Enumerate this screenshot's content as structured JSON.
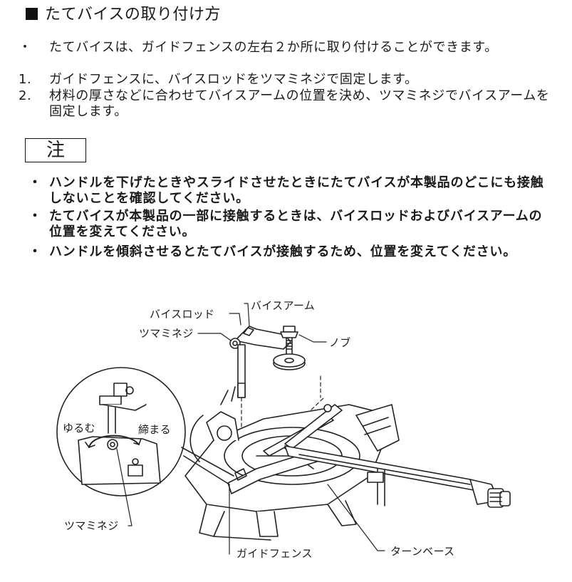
{
  "section": {
    "title": "たてバイスの取り付け方"
  },
  "steps": [
    {
      "mark": "・",
      "text": "たてバイスは、ガイドフェンスの左右２か所に取り付けることができます。"
    },
    {
      "mark": "1.",
      "text": "ガイドフェンスに、バイスロッドをツマミネジで固定します。"
    },
    {
      "mark": "2.",
      "text": "材料の厚さなどに合わせてバイスアームの位置を決め、ツマミネジでバイスアームを固定します。"
    }
  ],
  "note": {
    "label": "注",
    "items": [
      {
        "mark": "・",
        "text": "ハンドルを下げたときやスライドさせたときにたてバイスが本製品のどこにも接触しないことを確認してください。"
      },
      {
        "mark": "・",
        "text": "たてバイスが本製品の一部に接触するときは、バイスロッドおよびバイスアームの位置を変えてください。"
      },
      {
        "mark": "・",
        "text": "ハンドルを傾斜させるとたてバイスが接触するため、位置を変えてください。"
      }
    ]
  },
  "figure": {
    "labels": {
      "vise_rod": "バイスロッド",
      "vise_arm": "バイスアーム",
      "knob_screw_top": "ツマミネジ",
      "knob": "ノブ",
      "loosen": "ゆるむ",
      "tighten": "締まる",
      "knob_screw_bottom": "ツマミネジ",
      "guide_fence": "ガイドフェンス",
      "turn_base": "ターンベース"
    }
  }
}
